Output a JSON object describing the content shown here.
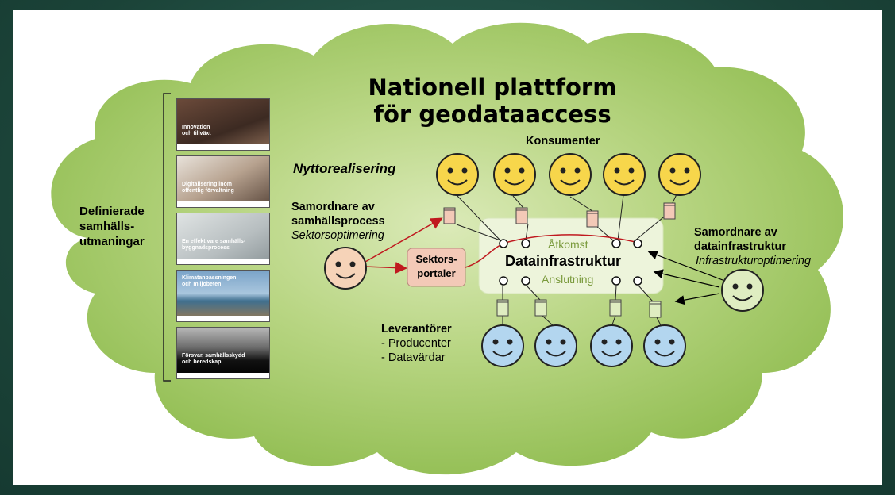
{
  "title": {
    "line1": "Nationell plattform",
    "line2": "för geodataaccess"
  },
  "challenges": {
    "label": [
      "Definierade",
      "samhälls-",
      "utmaningar"
    ],
    "thumbnails": [
      {
        "caption": "Innovation\noch tillväxt",
        "icon": "photo-child-icon"
      },
      {
        "caption": "Digitalisering inom\noffentlig förvaltning",
        "icon": "photo-woman-icon"
      },
      {
        "caption": "En effektivare samhälls-\nbyggnadsprocess",
        "icon": "photo-workers-icon"
      },
      {
        "caption": "Klimatanpassningen\noch miljöbeten",
        "icon": "photo-coast-icon"
      },
      {
        "caption": "Försvar, samhällsskydd\noch beredskap",
        "icon": "photo-forest-icon"
      }
    ]
  },
  "nyttorealisering": "Nyttorealisering",
  "konsumenter": "Konsumenter",
  "samordnare_process": {
    "line1": "Samordnare av",
    "line2": "samhällsprocess",
    "role": "Sektorsoptimering"
  },
  "sektorsportaler": {
    "line1": "Sektors-",
    "line2": "portaler"
  },
  "datainfrastruktur": {
    "title": "Datainfrastruktur",
    "atkomst": "Åtkomst",
    "anslutning": "Anslutning"
  },
  "samordnare_infra": {
    "line1": "Samordnare av",
    "line2": "datainfrastruktur",
    "role": "Infrastrukturoptimering"
  },
  "leverantorer": {
    "title": "Leverantörer",
    "item1": "- Producenter",
    "item2": "- Datavärdar"
  },
  "colors": {
    "cloud": "#a6c969",
    "smiley_yellow": "#f7d64b",
    "smiley_peach": "#f6d3b8",
    "smiley_blue": "#b3d6ef",
    "smiley_green": "#dfedc1",
    "arrow_red": "#c0191f",
    "infra_box": "#eaf2d7",
    "portal_box": "#f3c9b7"
  }
}
